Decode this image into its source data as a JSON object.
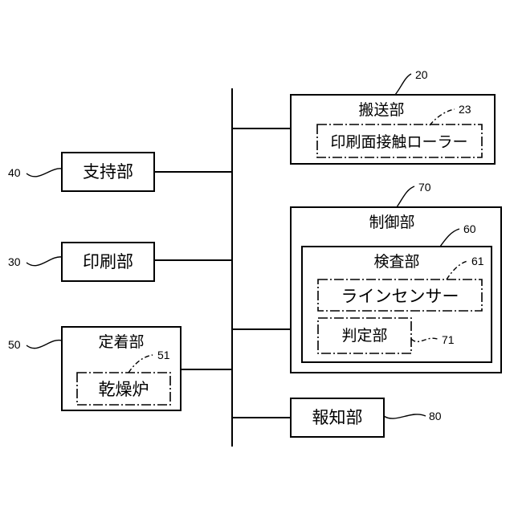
{
  "nodes": {
    "transport_unit": {
      "label": "搬送部",
      "ref": "20"
    },
    "print_surface_roller": {
      "label": "印刷面接触ローラー",
      "ref": "23"
    },
    "support_unit": {
      "label": "支持部",
      "ref": "40"
    },
    "control_unit": {
      "label": "制御部",
      "ref": "70"
    },
    "inspection_unit": {
      "label": "検査部",
      "ref": "60"
    },
    "line_sensor": {
      "label": "ラインセンサー",
      "ref": "61"
    },
    "determination_unit": {
      "label": "判定部",
      "ref": "71"
    },
    "printing_unit": {
      "label": "印刷部",
      "ref": "30"
    },
    "fixing_unit": {
      "label": "定着部",
      "ref": "50"
    },
    "drying_oven": {
      "label": "乾燥炉",
      "ref": "51"
    },
    "notification_unit": {
      "label": "報知部",
      "ref": "80"
    }
  }
}
